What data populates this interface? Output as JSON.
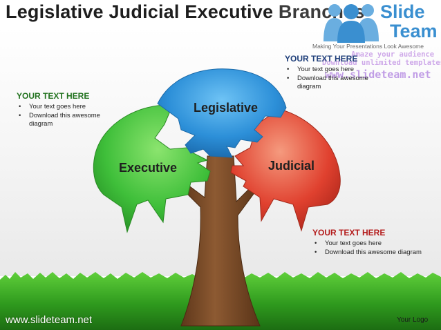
{
  "title": {
    "main": "Legislative Judicial Executive",
    "tail": "Branches"
  },
  "brand": {
    "name_line1": "Slide",
    "name_line2": "Team",
    "tagline": "Making Your Presentations Look Awesome"
  },
  "watermark": {
    "line1": "Amaze your audience",
    "line2": "Download unlimited templates",
    "line3": "www.slideteam.net"
  },
  "diagram": {
    "legislative_label": "Legislative",
    "executive_label": "Executive",
    "judicial_label": "Judicial",
    "colors": {
      "legislative": "#2c8fd8",
      "executive": "#3fbf3a",
      "judicial": "#e0412f",
      "trunk": "#7a4a28"
    }
  },
  "text_boxes": [
    {
      "heading": "YOUR TEXT HERE",
      "bullets": [
        "Your text goes here",
        "Download this awesome diagram"
      ]
    },
    {
      "heading": "YOUR TEXT HERE",
      "bullets": [
        "Your text goes here",
        "Download this awesome diagram"
      ]
    },
    {
      "heading": "YOUR TEXT HERE",
      "bullets": [
        "Your text goes here",
        "Download this awesome diagram"
      ]
    }
  ],
  "footer": {
    "url": "www.slideteam.net",
    "logo_text": "Your Logo"
  }
}
